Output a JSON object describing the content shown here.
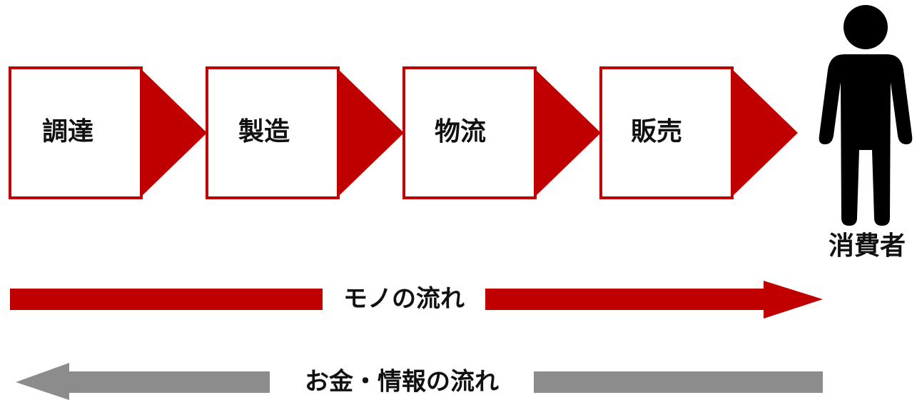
{
  "colors": {
    "accent_red": "#c00000",
    "flow_gray": "#8c8c8c",
    "person": "#000000",
    "text": "#111111",
    "box_fill": "#ffffff"
  },
  "stages": [
    {
      "label": "調達"
    },
    {
      "label": "製造"
    },
    {
      "label": "物流"
    },
    {
      "label": "販売"
    }
  ],
  "consumer": {
    "label": "消費者",
    "icon": "person-icon"
  },
  "flows": {
    "goods": {
      "label": "モノの流れ",
      "direction": "right",
      "color": "#c00000"
    },
    "money_info": {
      "label": "お金・情報の流れ",
      "direction": "left",
      "color": "#8c8c8c"
    }
  }
}
